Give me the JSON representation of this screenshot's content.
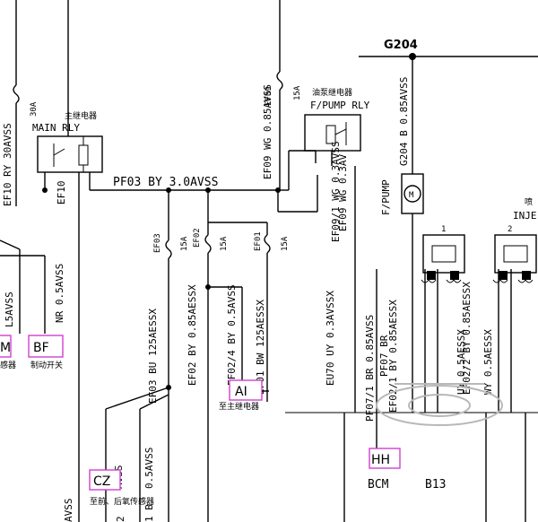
{
  "ground_label": "G204",
  "relays": {
    "main": {
      "title_cn": "主继电器",
      "title": "MAIN RLY"
    },
    "fuel_pump": {
      "title_cn": "油泵继电器",
      "title": "F/PUMP RLY"
    }
  },
  "fuses": {
    "top_left_rating": "30A",
    "ef09_name": "EF09",
    "ef09_rating": "15A",
    "ef03_name": "EF03",
    "ef03_rating": "15A",
    "ef02_name": "EF02",
    "ef02_rating": "15A",
    "ef01_name": "EF01",
    "ef01_rating": "15A"
  },
  "wires": {
    "left_top": "EF10 RY 30AVSS",
    "ef10_short": "EF10",
    "pf03": "PF03 BY 3.0AVSS",
    "ef09": "EF09 WG 0.85AVSS",
    "ef09_out": "EF09 WG 0.3AV",
    "ef09_1": "EF09/1 WG 0.3AVSS",
    "g204_b": "G204 B 0.85AVSS",
    "left_mid": "L5AVSS",
    "nr": "NR 0.5AVSS",
    "ef03_bu": "EF03 BU 125AESSX",
    "ef02_by_a": "EF02 BY 0.85AESSX",
    "ef02_4": "EF02/4 BY 0.5AVSS",
    "ef01_bw": "EF01 BW 125AESSX",
    "eu70": "EU70 UY 0.3AVSSX",
    "pf07_1": "PF07/1 BR 0.85AVSS",
    "pf07_b": "PF07 BR",
    "ef02_1": "EF02/1 BY 0.85AESSX",
    "uy_1": "UY 0.5AESSX",
    "ef02_2": "EF02/2 BY 0.85AESSX",
    "uy_2": "WY 0.5AESSX",
    "bottom_left": "AVSS",
    "bottom_a": "AVSS",
    "bottom_b": "0.5AVSS",
    "bottom_c": "2",
    "bottom_d": "1 B"
  },
  "components": {
    "fuel_pump": "F/PUMP",
    "injector_1": "1",
    "injector_2": "2",
    "injector_group": "INJE",
    "injector_cn": "喷",
    "bcm": "BCM",
    "bcm_pin": "B13"
  },
  "tags": {
    "m": {
      "code": "M",
      "caption": "感器"
    },
    "bf": {
      "code": "BF",
      "caption": "制动开关"
    },
    "ai": {
      "code": "AI",
      "caption": "至主继电器"
    },
    "cz": {
      "code": "CZ",
      "caption": "至前、后氧传感器"
    },
    "hh": {
      "code": "HH"
    }
  },
  "colors": {
    "line": "#000000",
    "tag_border": "#d040d0",
    "watermark": "#b8b8b8"
  }
}
